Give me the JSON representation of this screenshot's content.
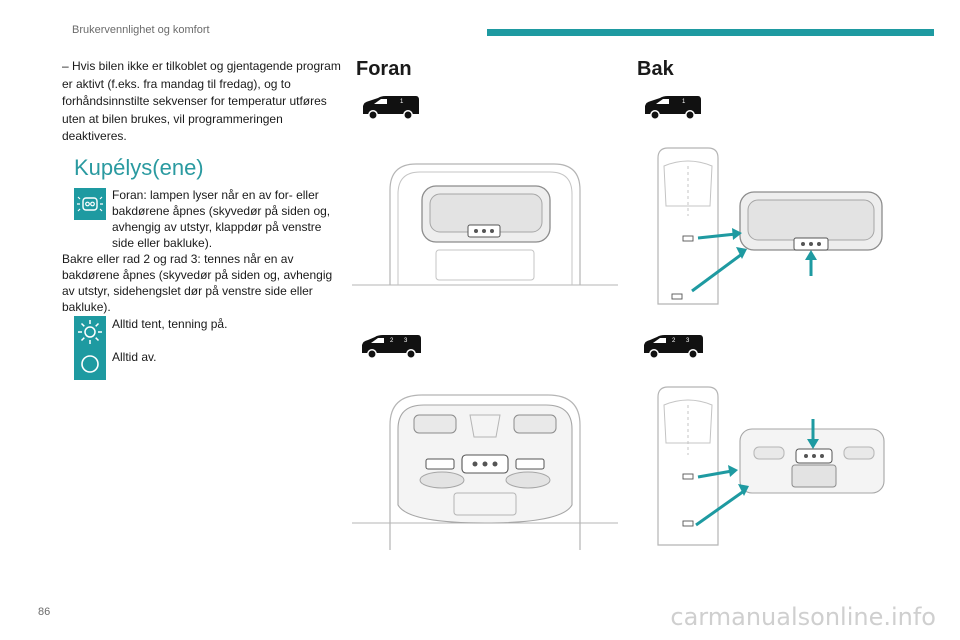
{
  "header": {
    "title": "Brukervennlighet og komfort"
  },
  "intro_text": "– Hvis bilen ikke er tilkoblet og gjentagende program er aktivt (f.eks. fra mandag til fredag), og to forhåndsinnstilte sekvenser for temperatur utføres uten at bilen brukes, vil programmeringen deaktiveres.",
  "section_title": "Kupélys(ene)",
  "items": [
    {
      "icon": "door-light-icon",
      "text_first": "Foran: lampen lyser når en av for- eller bakdørene åpnes (skyvedør på siden og, avhengig av utstyr, klappdør på venstre side eller bakluke).",
      "text_second": "Bakre eller rad 2 og rad 3: tennes når en av bakdørene åpnes (skyvedør på siden og, avhengig av utstyr, sidehengslet dør på venstre side eller bakluke)."
    },
    {
      "icon": "sun-on-icon",
      "text": "Alltid tent, tenning på."
    },
    {
      "icon": "circle-off-icon",
      "text": "Alltid av."
    }
  ],
  "columns": [
    {
      "title": "Foran"
    },
    {
      "title": "Bak"
    }
  ],
  "van_labels": {
    "short": "1",
    "long_a": "2",
    "long_b": "3"
  },
  "page_number": "86",
  "footer": "carmanualsonline.info",
  "colors": {
    "accent": "#1e9aa1",
    "text": "#1a1a1a",
    "line": "#a9a9a9"
  }
}
